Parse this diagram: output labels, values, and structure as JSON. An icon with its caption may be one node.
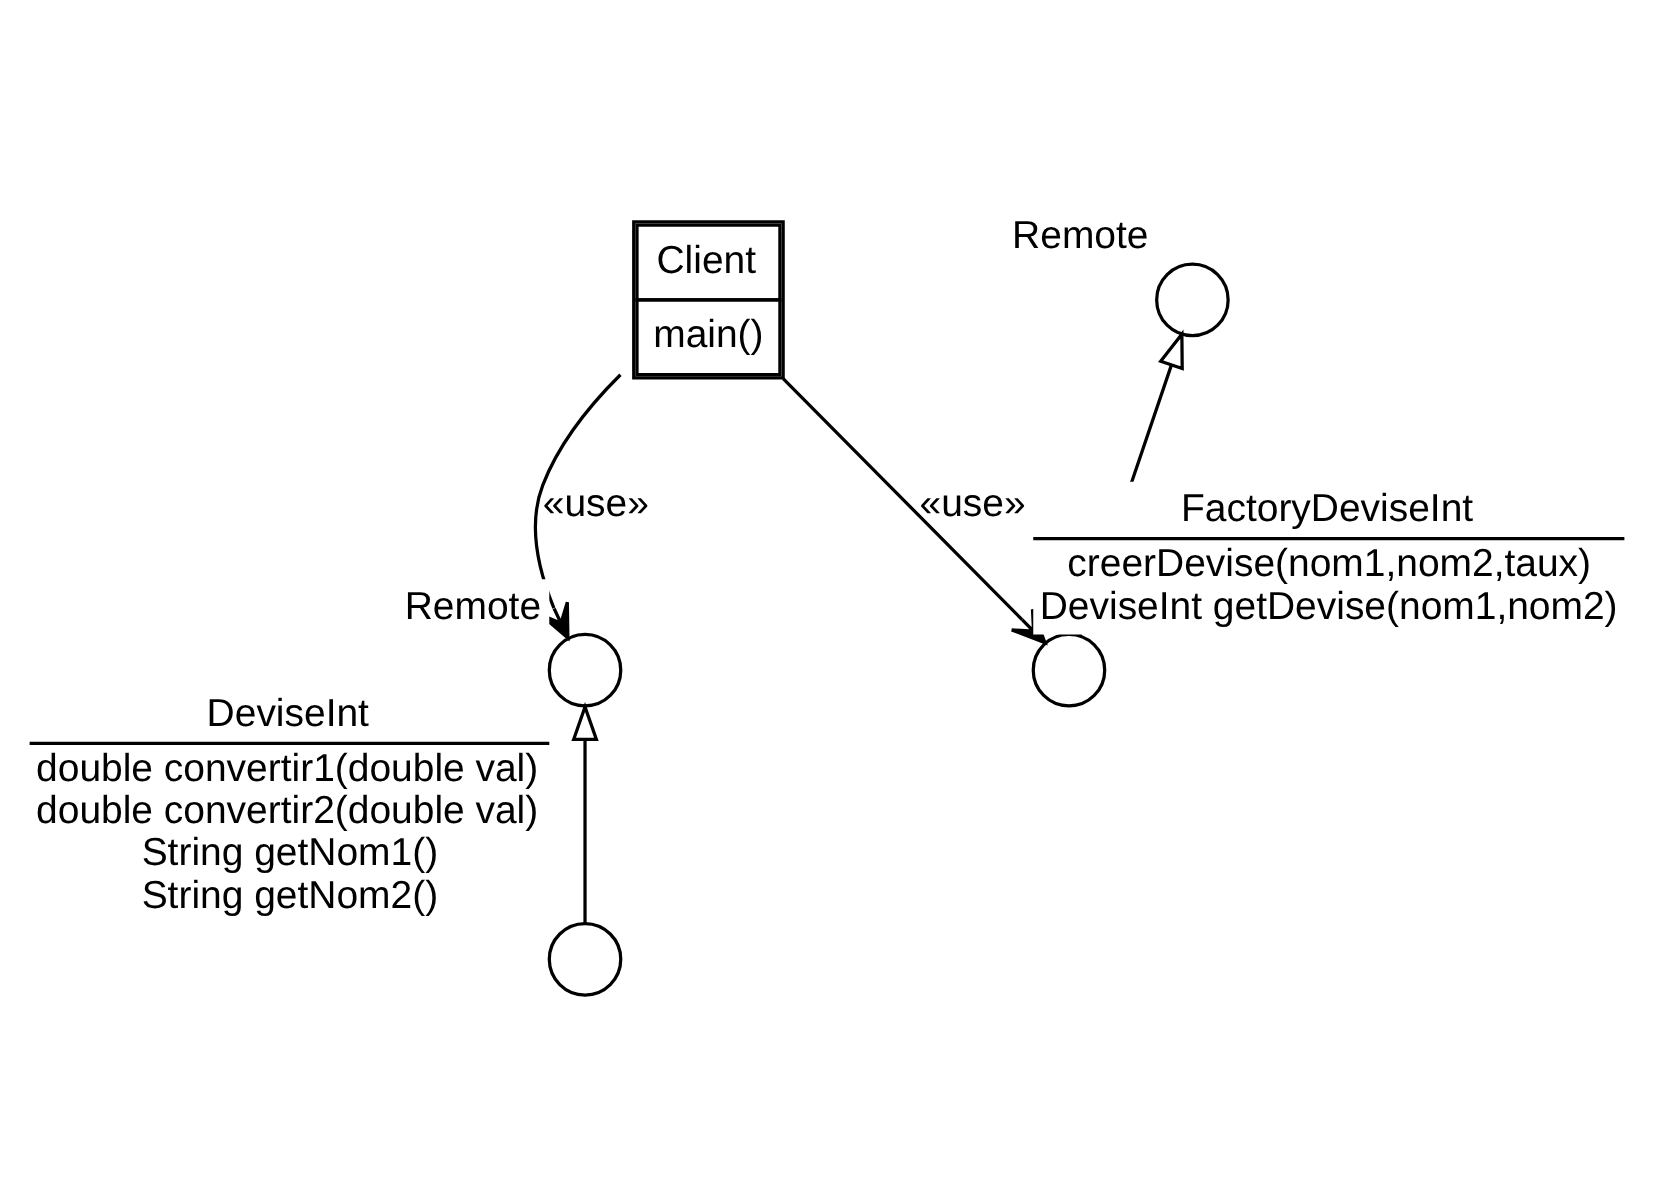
{
  "diagram": {
    "nodes": [
      {
        "text": [
          "Client",
          "main()"
        ]
      },
      {
        "text": [
          "Remote"
        ]
      },
      {
        "text": [
          "DeviseInt",
          "double convertir1(double val)",
          "double convertir2(double val)",
          "String getNom1()",
          "String getNom2()"
        ]
      },
      {
        "text": [
          "Remote"
        ]
      },
      {
        "text": [
          "FactoryDeviseInt",
          "creerDevise(nom1,nom2,taux)",
          "DeviseInt getDevise(nom1,nom2)"
        ]
      }
    ],
    "edges": [
      {
        "from": 0,
        "to": 1,
        "arrow": "to",
        "label": "«use»"
      },
      {
        "from": 0,
        "to": 4,
        "arrow": "to",
        "label": "«use»"
      },
      {
        "from": 2,
        "to": 1,
        "arrow": "to"
      },
      {
        "from": 4,
        "to": 3,
        "arrow": "to"
      }
    ]
  }
}
